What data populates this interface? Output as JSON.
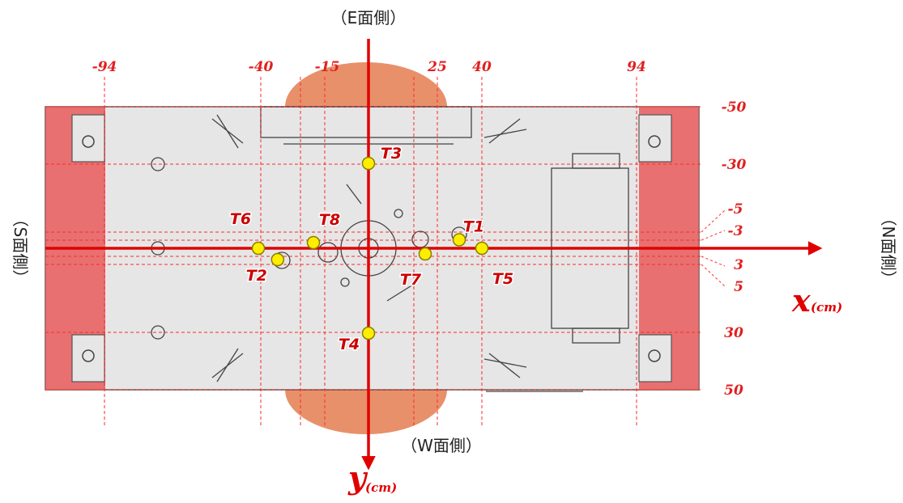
{
  "labels": {
    "top": "（E面側）",
    "bottom": "（W面側）",
    "left": "（S面側）",
    "right": "（N面側）",
    "x_axis": "x",
    "x_unit": "(cm)",
    "y_axis": "y",
    "y_unit": "(cm)"
  },
  "x_ticks": [
    "-94",
    "-40",
    "-15",
    "25",
    "40",
    "94"
  ],
  "y_ticks": [
    "-50",
    "-30",
    "-5",
    "-3",
    "3",
    "5",
    "30",
    "50"
  ],
  "points": [
    {
      "id": "T1",
      "label": "T1",
      "x": 32,
      "y": -3
    },
    {
      "id": "T2",
      "label": "T2",
      "x": -33,
      "y": 4
    },
    {
      "id": "T3",
      "label": "T3",
      "x": 0,
      "y": -30
    },
    {
      "id": "T4",
      "label": "T4",
      "x": 0,
      "y": 30
    },
    {
      "id": "T5",
      "label": "T5",
      "x": 40,
      "y": 0
    },
    {
      "id": "T6",
      "label": "T6",
      "x": -40,
      "y": 0
    },
    {
      "id": "T7",
      "label": "T7",
      "x": 20,
      "y": 2
    },
    {
      "id": "T8",
      "label": "T8",
      "x": -20,
      "y": -2
    }
  ],
  "colors": {
    "axis": "#e00000",
    "guide": "#ff2a2a",
    "point_fill": "#ffee00",
    "point_stroke": "#8a7d00",
    "body": "#e6e6e6",
    "end_blocks": "#e85a5a",
    "semicircle": "#e8906a"
  }
}
